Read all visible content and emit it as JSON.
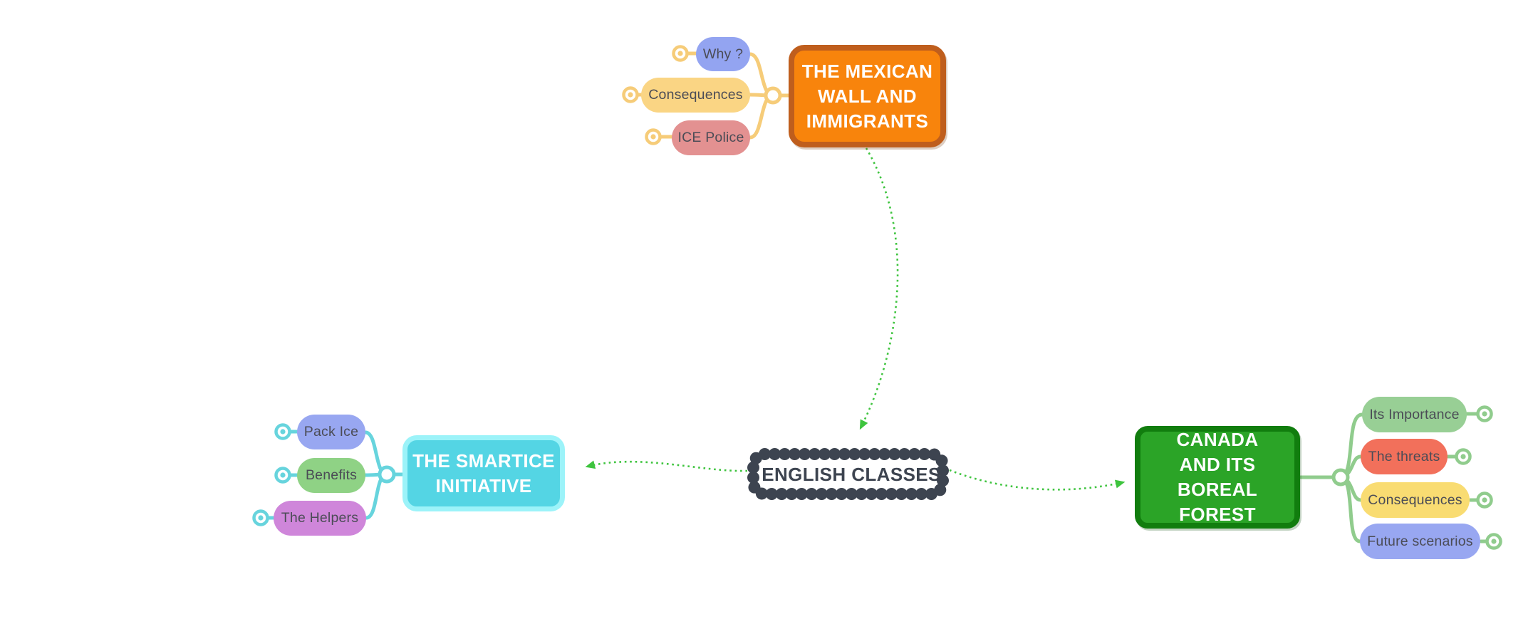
{
  "app": {
    "type": "mind-map",
    "background": "#ffffff"
  },
  "palette": {
    "relationship_arrow": "#3ec43e",
    "root_border": "#3d4450",
    "pill_text": "#4b4c56",
    "background": "#ffffff"
  },
  "map": {
    "root": {
      "label": "ENGLISH CLASSES",
      "text_color": "#3d4450",
      "border_style": "scalloped",
      "fill": "#ffffff"
    },
    "branches": [
      {
        "label": "THE MEXICAN\nWALL AND\nIMMIGRANTS",
        "fill": "#f8840c",
        "border": "#bf5e1d",
        "text_color": "#ffffff",
        "connector": "#f6cc79",
        "children": [
          {
            "label": "Why ?",
            "fill": "#93a4f1"
          },
          {
            "label": "Consequences",
            "fill": "#fad584"
          },
          {
            "label": "ICE Police",
            "fill": "#e39191"
          }
        ]
      },
      {
        "label": "THE SMARTICE\nINITIATIVE",
        "fill": "#54d5e4",
        "border": "#9cf3f9",
        "text_color": "#ffffff",
        "connector": "#67d4dd",
        "children": [
          {
            "label": "Pack Ice",
            "fill": "#98a7f1"
          },
          {
            "label": "Benefits",
            "fill": "#8fd285"
          },
          {
            "label": "The Helpers",
            "fill": "#cf86da"
          }
        ]
      },
      {
        "label": "CANADA\nAND ITS\nBOREAL FOREST",
        "fill": "#2ba427",
        "border": "#117d0e",
        "text_color": "#ffffff",
        "connector": "#90cc8d",
        "children": [
          {
            "label": "Its Importance",
            "fill": "#98cf95"
          },
          {
            "label": "The threats",
            "fill": "#f2705b"
          },
          {
            "label": "Consequences",
            "fill": "#f9dc72"
          },
          {
            "label": "Future scenarios",
            "fill": "#98a7f1"
          }
        ]
      }
    ],
    "relationships": [
      {
        "from": "THE MEXICAN WALL AND IMMIGRANTS",
        "to": "ENGLISH CLASSES",
        "style": "dotted",
        "color": "#3ec43e"
      },
      {
        "from": "ENGLISH CLASSES",
        "to": "THE SMARTICE INITIATIVE",
        "style": "dotted",
        "color": "#3ec43e"
      },
      {
        "from": "ENGLISH CLASSES",
        "to": "CANADA AND ITS BOREAL FOREST",
        "style": "dotted",
        "color": "#3ec43e"
      }
    ]
  }
}
